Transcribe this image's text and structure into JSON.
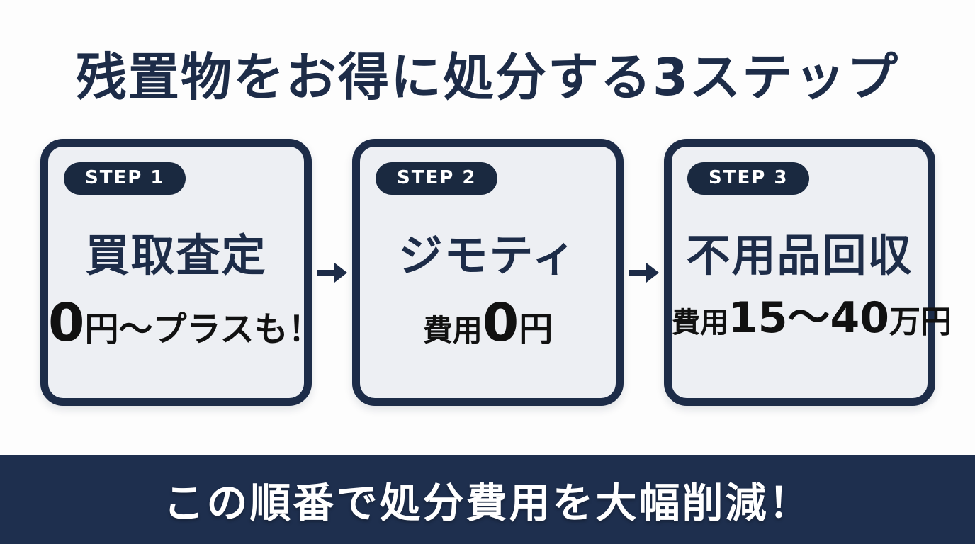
{
  "title": "残置物をお得に処分する3ステップ",
  "steps": [
    {
      "badge": "STEP 1",
      "name": "買取査定",
      "cost": {
        "prefix": "",
        "big": "0",
        "suffix": "円〜プラスも！"
      }
    },
    {
      "badge": "STEP 2",
      "name": "ジモティ",
      "cost": {
        "prefix": "費用",
        "big": "0",
        "suffix": "円"
      }
    },
    {
      "badge": "STEP 3",
      "name": "不用品回収",
      "cost": {
        "prefix": "費用",
        "big": "15〜40",
        "suffix": "万円"
      }
    }
  ],
  "footer": "この順番で処分費用を大幅削減！",
  "icons": {
    "arrow_right": "→"
  },
  "colors": {
    "navy": "#1d2c48",
    "badge_navy": "#1a2940",
    "footer_navy": "#1e2f4e",
    "card_bg": "#edeff3",
    "page_bg": "#fdfdfd",
    "cost_text": "#111111",
    "badge_text": "#ffffff",
    "footer_text": "#ffffff"
  }
}
